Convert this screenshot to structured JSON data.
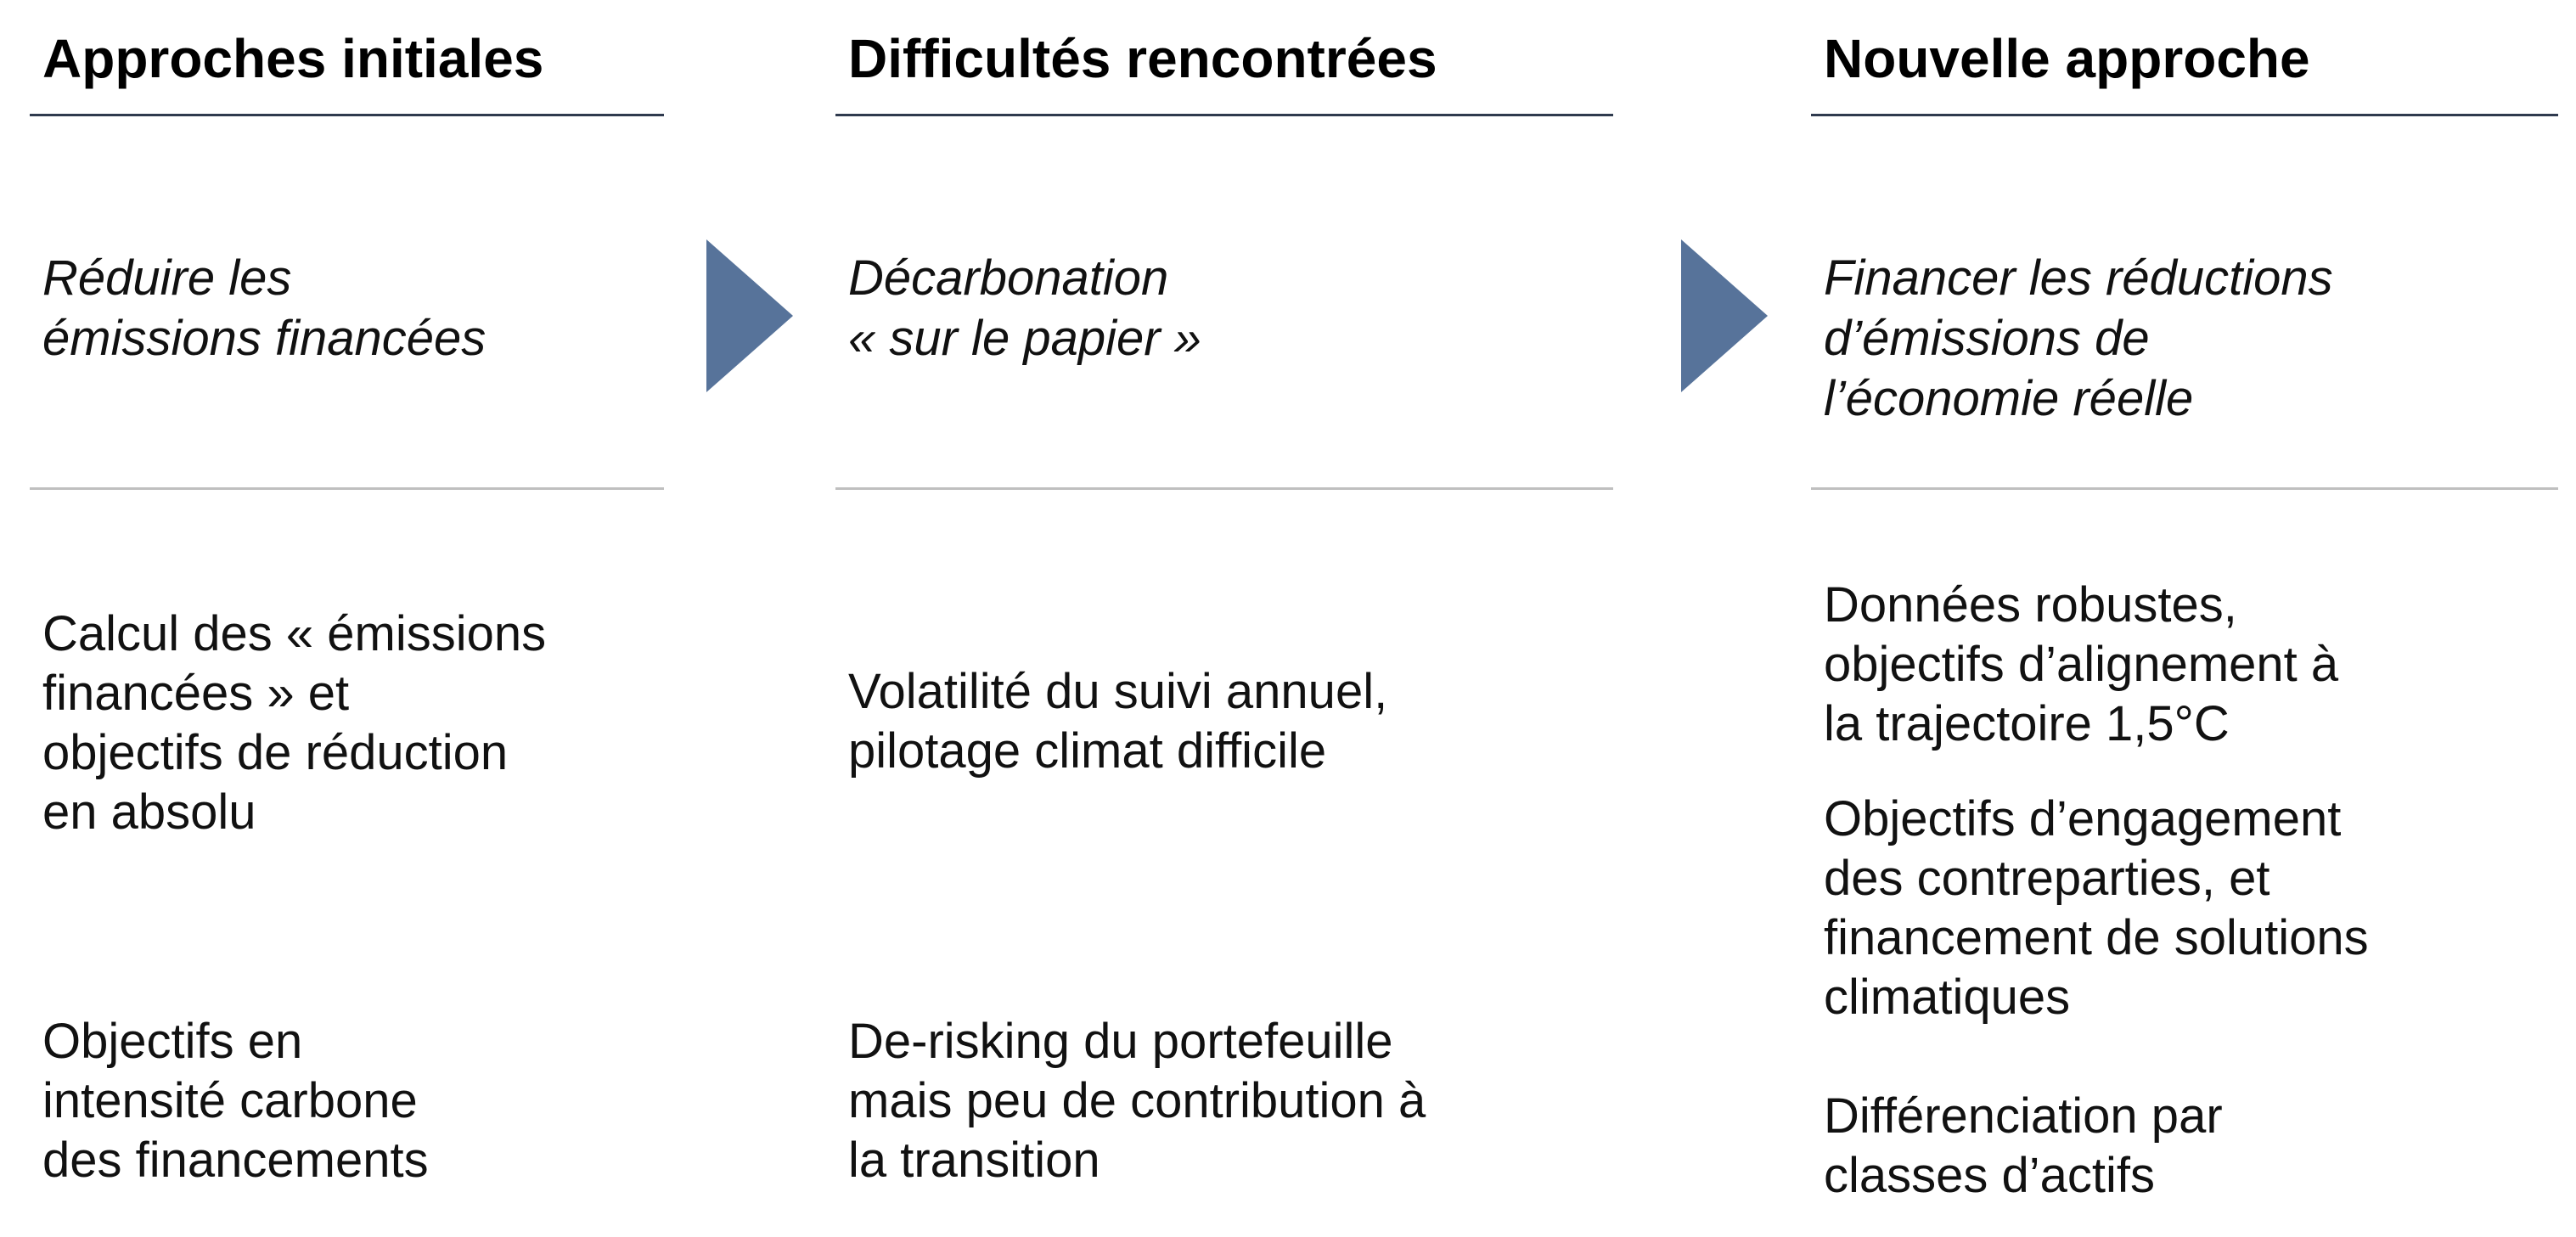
{
  "columns": [
    {
      "title": "Approches initiales",
      "lead": "Réduire les\némissions financées",
      "items": [
        "Calcul des « émissions\nfinancées » et\nobjectifs de réduction\nen absolu",
        "Objectifs en\nintensité carbone\ndes financements"
      ]
    },
    {
      "title": "Difficultés rencontrées",
      "lead": "Décarbonation\n« sur le papier »",
      "items": [
        "Volatilité du suivi annuel,\npilotage climat difficile",
        "De-risking du portefeuille\nmais peu de contribution à\nla transition"
      ]
    },
    {
      "title": "Nouvelle approche",
      "lead": "Financer les réductions\nd’émissions de\nl’économie réelle",
      "items": [
        "Données robustes,\nobjectifs d’alignement à\nla trajectoire 1,5°C",
        "Objectifs d’engagement\ndes contreparties, et\nfinancement de solutions\nclimatiques",
        "Différenciation  par\nclasses d’actifs"
      ]
    }
  ],
  "colors": {
    "arrow": "#57739a",
    "header_rule": "#2f3a4e",
    "divider": "#bfbfbf"
  }
}
